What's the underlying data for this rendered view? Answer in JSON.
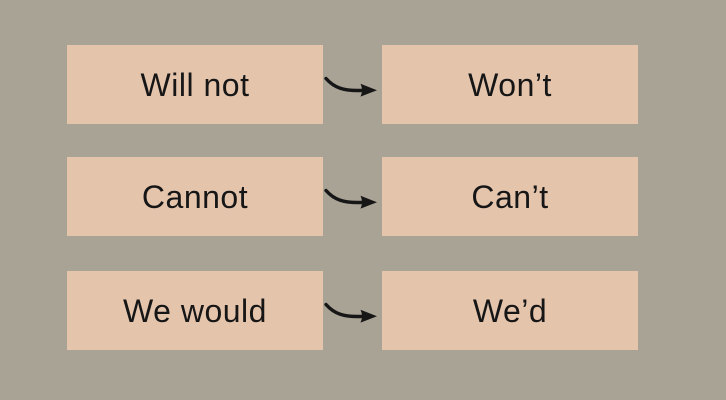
{
  "diagram": {
    "title": "contractions-mapping",
    "colors": {
      "background": "#a9a396",
      "box_fill": "#e5c4ac",
      "ink": "#161616"
    },
    "rows": [
      {
        "left": "Will not",
        "right": "Won’t"
      },
      {
        "left": "Cannot",
        "right": "Can’t"
      },
      {
        "left": "We would",
        "right": "We’d"
      }
    ],
    "arrow_icon": "curved-right-arrow"
  }
}
